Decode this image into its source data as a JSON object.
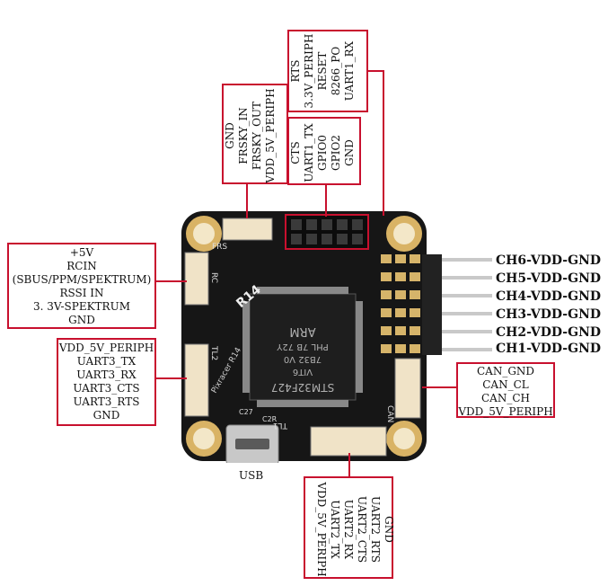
{
  "labels": {
    "top_left": [
      "GND",
      "FRSKY_IN",
      "FRSKY_OUT",
      "VDD_5V_PERIPH"
    ],
    "top_right_upper": [
      "RTS",
      "3.3V_PERIPH",
      "RESET",
      "8266_PO",
      "UART1_RX"
    ],
    "top_right_lower": [
      "CTS",
      "UART1_TX",
      "GPIO0",
      "GPIO2",
      "GND"
    ],
    "left_upper": [
      "+5V",
      "RCIN",
      "(SBUS/PPM/SPEKTRUM)",
      "RSSI IN",
      "3. 3V-SPEKTRUM",
      "GND"
    ],
    "left_lower": [
      "VDD_5V_PERIPH",
      "UART3_TX",
      "UART3_RX",
      "UART3_CTS",
      "UART3_RTS",
      "GND"
    ],
    "right_can": [
      "CAN_GND",
      "CAN_CL",
      "CAN_CH",
      "VDD_5V_PERIPH"
    ],
    "bottom": [
      "GND",
      "UART2_RTS",
      "UART2_CTS",
      "UART2_RX",
      "UART2_TX",
      "VDD_5V_PERIPH"
    ],
    "channels": [
      "CH6-VDD-GND",
      "CH5-VDD-GND",
      "CH4-VDD-GND",
      "CH3-VDD-GND",
      "CH2-VDD-GND",
      "CH1-VDD-GND"
    ],
    "usb": "USB"
  },
  "board": {
    "model": "R14",
    "silk_brand": "Pixracer R14",
    "chip_lines": [
      "STM32F427",
      "VIT6",
      "7B32 V0",
      "PHL 7B 72Y"
    ],
    "chip_logo": "ARM",
    "silk_frs": "FRS",
    "silk_rc": "RC",
    "silk_tl2": "TL2",
    "silk_tl1": "TL1",
    "silk_can": "CAN",
    "silk_c27": "C27",
    "silk_c2r": "C2R"
  },
  "colors": {
    "accent": "#c8102e",
    "board": "#141414",
    "connector": "#efe1c6",
    "pad": "#d6b46a"
  }
}
